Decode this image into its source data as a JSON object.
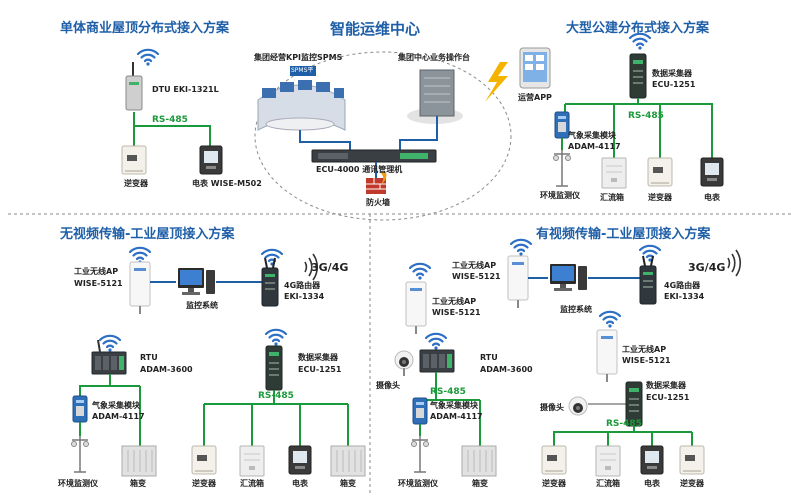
{
  "top": {
    "center_title": "智能运维中心",
    "left_title": "单体商业屋顶分布式接入方案",
    "right_title": "大型公建分布式接入方案",
    "kpi_label": "集团经营KPI监控SPMS",
    "spms_badge": "SPMS平",
    "ops_label": "集团中心业务操作台",
    "ecu4000_label": "ECU-4000 通讯管理机",
    "firewall_label": "防火墙",
    "app_label": "运营APP",
    "left": {
      "dtu_label": "DTU EKI-1321L",
      "rs485": "RS-485",
      "inverter": "逆变器",
      "meter": "电表 WISE-M502"
    },
    "right": {
      "collector_label": "数据采集器",
      "collector_model": "ECU-1251",
      "rs485": "RS-485",
      "weather_label": "气象采集模块",
      "weather_model": "ADAM-4117",
      "env": "环境监测仪",
      "combiner": "汇流箱",
      "inverter": "逆变器",
      "meter": "电表"
    }
  },
  "bottom_left": {
    "title": "无视频传输-工业屋顶接入方案",
    "ap_label": "工业无线AP",
    "ap_model": "WISE-5121",
    "monitor": "监控系统",
    "router_label": "4G路由器",
    "router_model": "EKI-1334",
    "g34": "3G/4G",
    "rtu_label": "RTU",
    "rtu_model": "ADAM-3600",
    "collector_label": "数据采集器",
    "collector_model": "ECU-1251",
    "rs485": "RS-485",
    "weather_label": "气象采集模块",
    "weather_model": "ADAM-4117",
    "env": "环境监测仪",
    "box": "箱变",
    "inverter": "逆变器",
    "combiner": "汇流箱",
    "meter": "电表",
    "box2": "箱变"
  },
  "bottom_right": {
    "title": "有视频传输-工业屋顶接入方案",
    "ap_label": "工业无线AP",
    "ap_model": "WISE-5121",
    "monitor": "监控系统",
    "router_label": "4G路由器",
    "router_model": "EKI-1334",
    "g34": "3G/4G",
    "ap2_label": "工业无线AP",
    "ap2_model": "WISE-5121",
    "camera": "摄像头",
    "rtu_label": "RTU",
    "rtu_model": "ADAM-3600",
    "rs485_a": "RS-485",
    "weather_label": "气象采集模块",
    "weather_model": "ADAM-4117",
    "env": "环境监测仪",
    "box": "箱变",
    "ap3_label": "工业无线AP",
    "ap3_model": "WISE-5121",
    "camera2": "摄像头",
    "collector_label": "数据采集器",
    "collector_model": "ECU-1251",
    "rs485_b": "RS-485",
    "inverter": "逆变器",
    "combiner": "汇流箱",
    "meter": "电表",
    "inverter2": "逆变器"
  },
  "colors": {
    "title_blue": "#1f5fa8",
    "link_green": "#1a9a3a",
    "link_blue": "#1f5fa8",
    "wifi_blue": "#2d6fc4",
    "dashed_gray": "#8a8a8a"
  }
}
